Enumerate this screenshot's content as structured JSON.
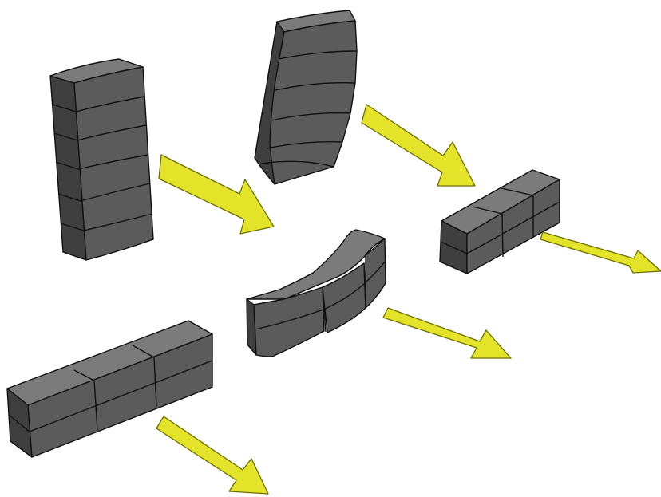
{
  "colors": {
    "background": "#ffffff",
    "block_top": "#7b7b7b",
    "block_front": "#5b5b5b",
    "block_side": "#3f3f3f",
    "block_edge": "#111111",
    "arrow_fill": "#e3e32a",
    "arrow_edge": "#6e6e00"
  },
  "diagram": {
    "groups": [
      {
        "name": "vertical-stack-straight",
        "blocks": 6
      },
      {
        "name": "vertical-stack-curved",
        "blocks": 6
      },
      {
        "name": "horizontal-array-curved",
        "columns": 3,
        "rows": 2
      },
      {
        "name": "horizontal-array-straight",
        "columns": 3,
        "rows": 2
      },
      {
        "name": "horizontal-array-small",
        "columns": 3,
        "rows": 2
      }
    ],
    "arrows": 5,
    "labels": []
  }
}
